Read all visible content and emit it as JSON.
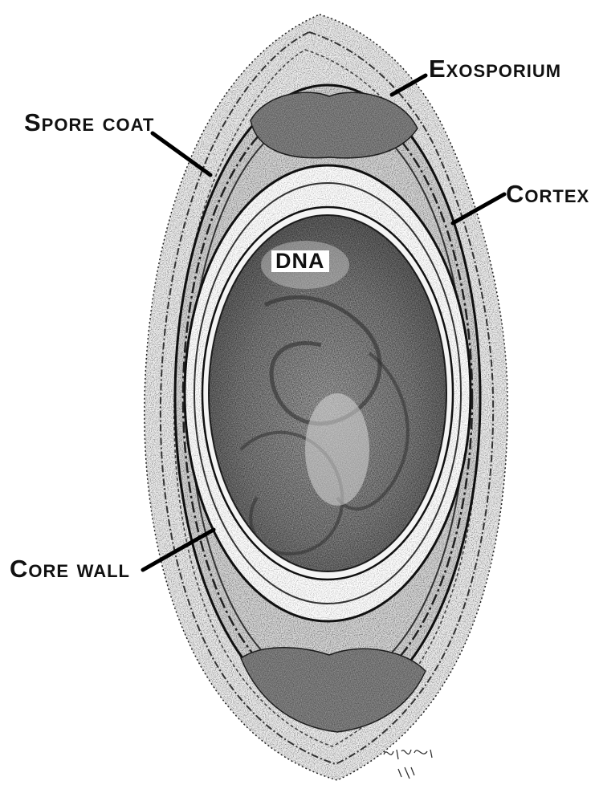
{
  "labels": {
    "exosporium": "Exosporium",
    "spore_coat": "Spore coat",
    "cortex": "Cortex",
    "dna": "DNA",
    "core_wall": "Core wall"
  },
  "signature": "Vicki Hersh 4/97",
  "colors": {
    "ink": "#111111",
    "paper": "#ffffff",
    "core_fill": "#a9a9a9",
    "coat_fill": "#d8d8d8"
  }
}
